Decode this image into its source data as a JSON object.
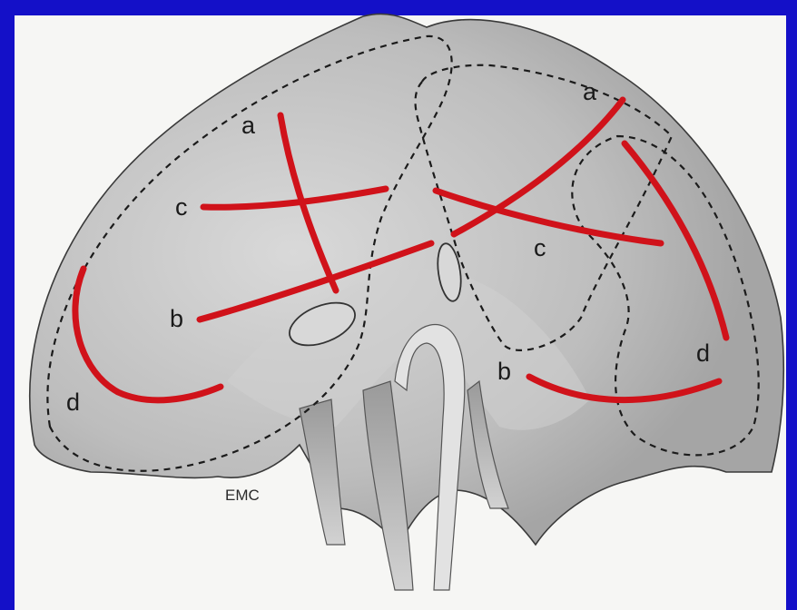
{
  "labels": {
    "a_left": "a",
    "c_left": "c",
    "b_left": "b",
    "d_left": "d",
    "a_right": "a",
    "c_right": "c",
    "b_right": "b",
    "d_right": "d"
  },
  "logo": "EMC",
  "colors": {
    "background": "#1410c8",
    "panel": "#f6f6f4",
    "incision": "#d0121a",
    "organ": "#b9b9b9",
    "outline": "#3a3a3a"
  }
}
